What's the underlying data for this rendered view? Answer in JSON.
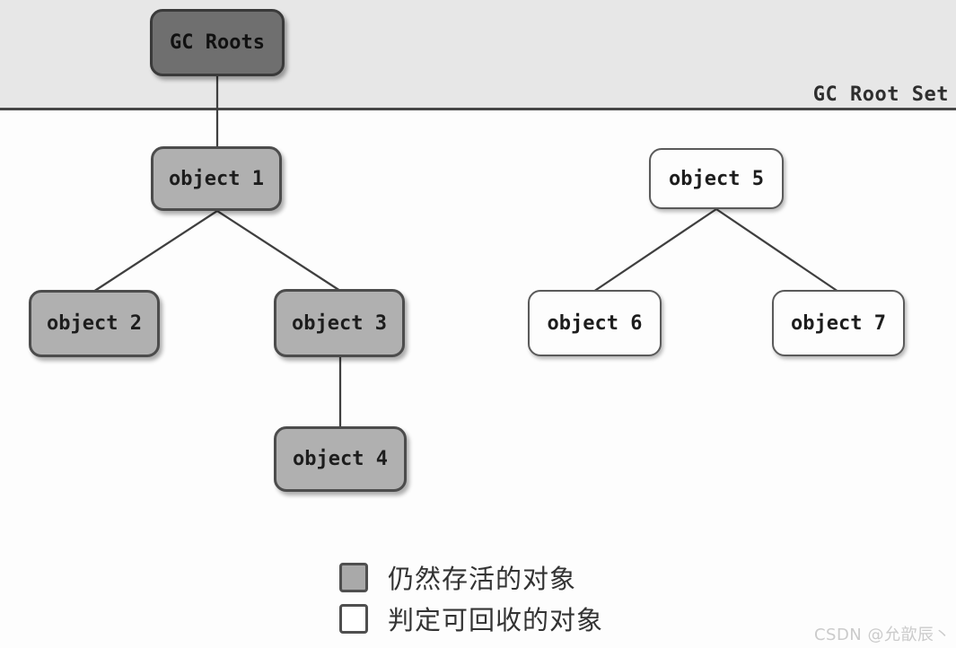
{
  "band": {
    "label": "GC Root Set"
  },
  "nodes": {
    "gc_roots": {
      "label": "GC Roots",
      "status": "root"
    },
    "object1": {
      "label": "object 1",
      "status": "alive"
    },
    "object2": {
      "label": "object 2",
      "status": "alive"
    },
    "object3": {
      "label": "object 3",
      "status": "alive"
    },
    "object4": {
      "label": "object 4",
      "status": "alive"
    },
    "object5": {
      "label": "object 5",
      "status": "recyclable"
    },
    "object6": {
      "label": "object 6",
      "status": "recyclable"
    },
    "object7": {
      "label": "object 7",
      "status": "recyclable"
    }
  },
  "edges": [
    {
      "from": "gc_roots",
      "to": "object1"
    },
    {
      "from": "object1",
      "to": "object2"
    },
    {
      "from": "object1",
      "to": "object3"
    },
    {
      "from": "object3",
      "to": "object4"
    },
    {
      "from": "object5",
      "to": "object6"
    },
    {
      "from": "object5",
      "to": "object7"
    }
  ],
  "legend": {
    "items": [
      {
        "swatch": "alive",
        "label": "仍然存活的对象",
        "color": "#a9a9a9"
      },
      {
        "swatch": "recyclable",
        "label": "判定可回收的对象",
        "color": "#ffffff"
      }
    ]
  },
  "watermark": "CSDN @允歆辰丶",
  "colors": {
    "band_background": "#e7e7e7",
    "root_fill": "#6f6f6f",
    "alive_fill": "#b0b0b0",
    "recyclable_fill": "#fdfdfd",
    "edge_line": "#3f3f3f",
    "rule_line": "#474747",
    "watermark_text": "#cbcbcb"
  }
}
